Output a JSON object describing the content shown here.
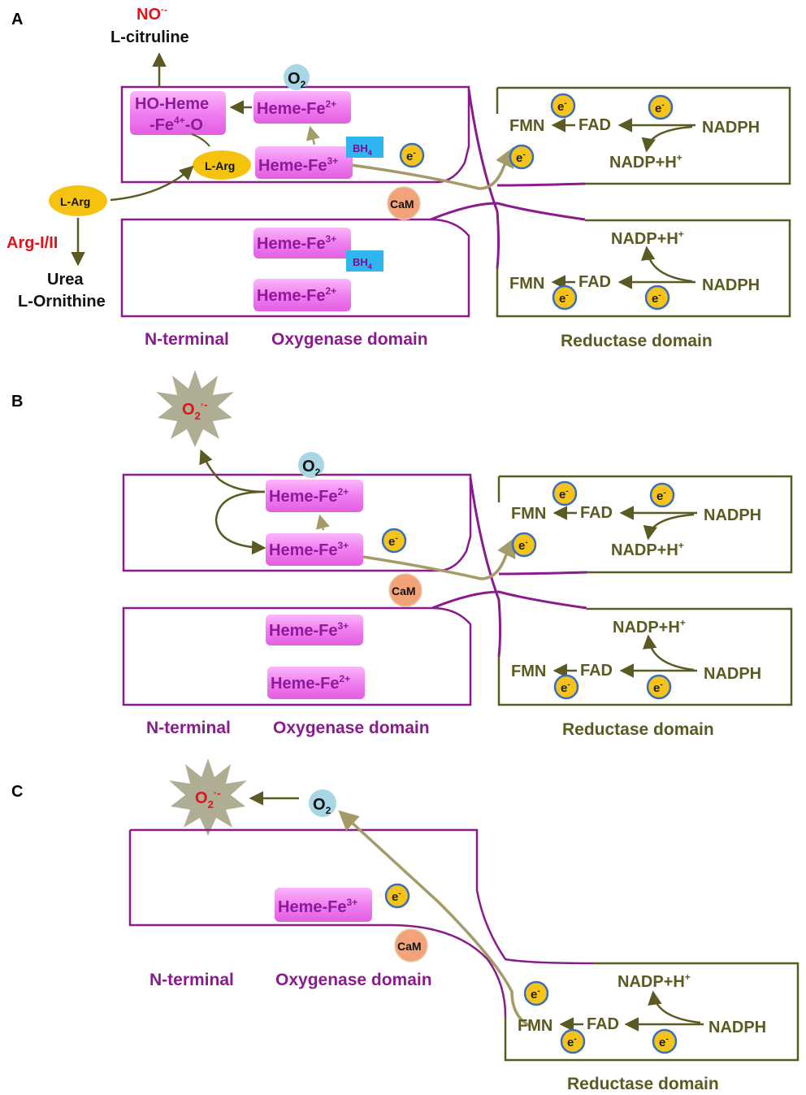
{
  "colors": {
    "purple": "#8b1a8f",
    "olive": "#5b5a22",
    "tan": "#a59b68",
    "heme_fill": "#f07ff0",
    "heme_text": "#8e1a9a",
    "electron_fill": "#f5c31a",
    "electron_ring": "#3a6ebd",
    "o2_fill": "#a9d6e5",
    "cam_fill": "#f3a37a",
    "bh4_fill": "#2fb6f0",
    "larg_fill": "#f5c30f",
    "red": "#e0121a",
    "burst_fill": "#b0ad95"
  },
  "labels": {
    "panel_a": "A",
    "panel_b": "B",
    "panel_c": "C",
    "n_terminal": "N-terminal",
    "oxygenase_domain": "Oxygenase domain",
    "reductase_domain": "Reductase domain",
    "heme_fe2": "Heme-Fe",
    "heme_fe3": "Heme-Fe",
    "sup_2plus": "2+",
    "sup_3plus": "3+",
    "ho_heme_line1": "HO-Heme",
    "ho_heme_line2": "-Fe",
    "ho_heme_sup": "4+",
    "ho_heme_suffix": "-O",
    "fmn": "FMN",
    "fad": "FAD",
    "nadph": "NADPH",
    "nadp_h": "NADP+H",
    "plus_sup": "+",
    "electron": "e",
    "electron_sup": "-",
    "o2": "O",
    "o2_sub": "2",
    "superoxide": "O",
    "superoxide_sub": "2",
    "superoxide_sup": "·-",
    "cam": "CaM",
    "bh4": "BH",
    "bh4_sub": "4",
    "l_arg": "L-Arg",
    "no": "NO",
    "no_sup": "·-",
    "l_citruline": "L-citruline",
    "arg_i_ii": "Arg-I/II",
    "urea": "Urea",
    "l_ornithine": "L-Ornithine"
  }
}
